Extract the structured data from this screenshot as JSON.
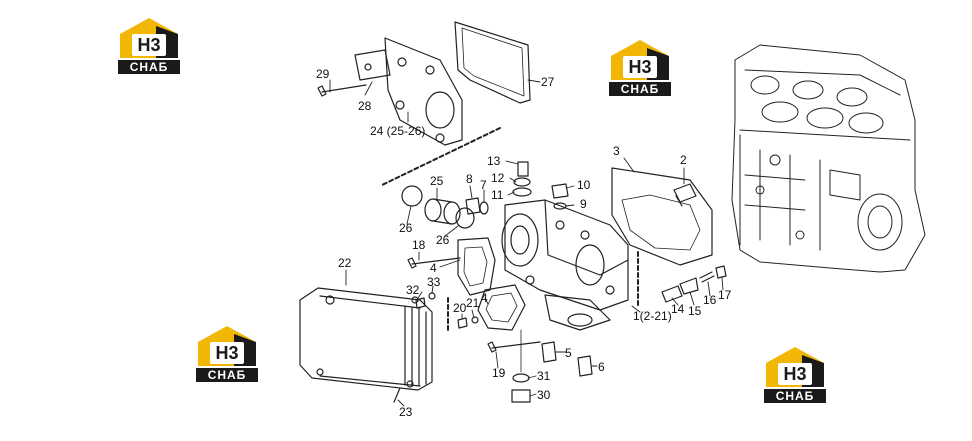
{
  "brand": {
    "mark_text": "H3",
    "word_text": "СНАБ",
    "accent": "#f2b705",
    "dark": "#1a1a1a"
  },
  "logos": [
    {
      "id": "logo-top-left"
    },
    {
      "id": "logo-top-center"
    },
    {
      "id": "logo-bottom-left"
    },
    {
      "id": "logo-bottom-right"
    }
  ],
  "callouts": [
    {
      "id": "29",
      "text": "29"
    },
    {
      "id": "28",
      "text": "28"
    },
    {
      "id": "27",
      "text": "27"
    },
    {
      "id": "24",
      "text": "24 (25-26)"
    },
    {
      "id": "13",
      "text": "13"
    },
    {
      "id": "12",
      "text": "12"
    },
    {
      "id": "11",
      "text": "11"
    },
    {
      "id": "3",
      "text": "3"
    },
    {
      "id": "2",
      "text": "2"
    },
    {
      "id": "10",
      "text": "10"
    },
    {
      "id": "9",
      "text": "9"
    },
    {
      "id": "8",
      "text": "8"
    },
    {
      "id": "7",
      "text": "7"
    },
    {
      "id": "25",
      "text": "25"
    },
    {
      "id": "26a",
      "text": "26"
    },
    {
      "id": "26b",
      "text": "26"
    },
    {
      "id": "18",
      "text": "18"
    },
    {
      "id": "4a",
      "text": "4"
    },
    {
      "id": "22",
      "text": "22"
    },
    {
      "id": "33",
      "text": "33"
    },
    {
      "id": "32",
      "text": "32"
    },
    {
      "id": "21",
      "text": "21"
    },
    {
      "id": "4b",
      "text": "4"
    },
    {
      "id": "20",
      "text": "20"
    },
    {
      "id": "1",
      "text": "1(2-21)"
    },
    {
      "id": "14",
      "text": "14"
    },
    {
      "id": "15",
      "text": "15"
    },
    {
      "id": "16",
      "text": "16"
    },
    {
      "id": "17",
      "text": "17"
    },
    {
      "id": "5",
      "text": "5"
    },
    {
      "id": "6",
      "text": "6"
    },
    {
      "id": "19",
      "text": "19"
    },
    {
      "id": "31",
      "text": "31"
    },
    {
      "id": "30",
      "text": "30"
    },
    {
      "id": "23",
      "text": "23"
    }
  ]
}
